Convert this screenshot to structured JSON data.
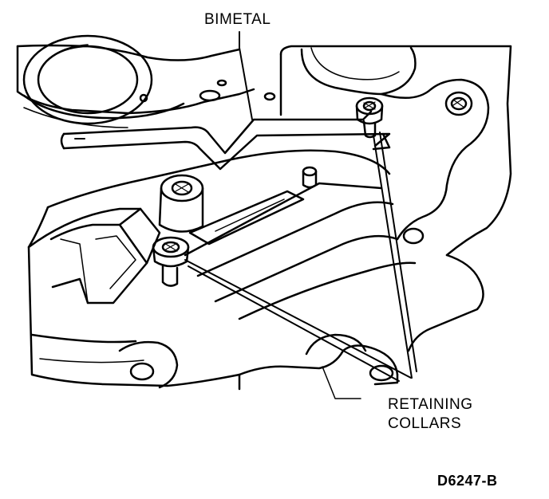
{
  "labels": {
    "bimetal": "BIMETAL",
    "retaining_line1": "RETAINING",
    "retaining_line2": "COLLARS",
    "figure_code": "D6247-B"
  },
  "colors": {
    "ink": "#000000",
    "background": "#ffffff"
  }
}
